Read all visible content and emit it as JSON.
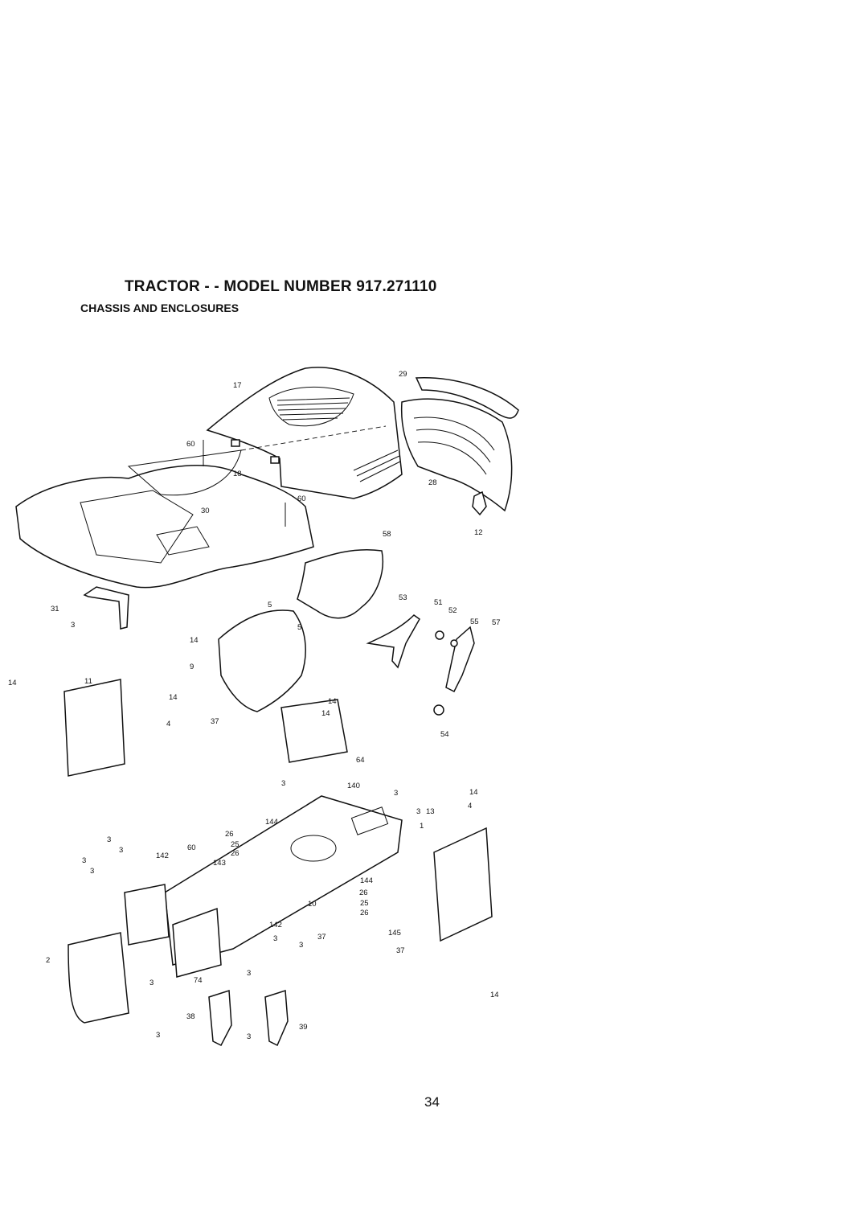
{
  "page": {
    "title": "TRACTOR - - MODEL NUMBER 917.271110",
    "subtitle": "CHASSIS AND ENCLOSURES",
    "page_number": "34"
  },
  "callouts": [
    "17",
    "29",
    "60",
    "18",
    "28",
    "30",
    "60",
    "12",
    "58",
    "31",
    "5",
    "53",
    "51",
    "52",
    "55",
    "57",
    "3",
    "5",
    "14",
    "9",
    "14",
    "11",
    "14",
    "4",
    "14",
    "37",
    "14",
    "54",
    "64",
    "3",
    "140",
    "3",
    "14",
    "3",
    "4",
    "26",
    "144",
    "1",
    "13",
    "25",
    "26",
    "3",
    "3",
    "60",
    "142",
    "143",
    "3",
    "3",
    "144",
    "26",
    "25",
    "26",
    "10",
    "37",
    "145",
    "37",
    "142",
    "3",
    "3",
    "2",
    "3",
    "3",
    "74",
    "14",
    "38",
    "3",
    "3",
    "39"
  ]
}
